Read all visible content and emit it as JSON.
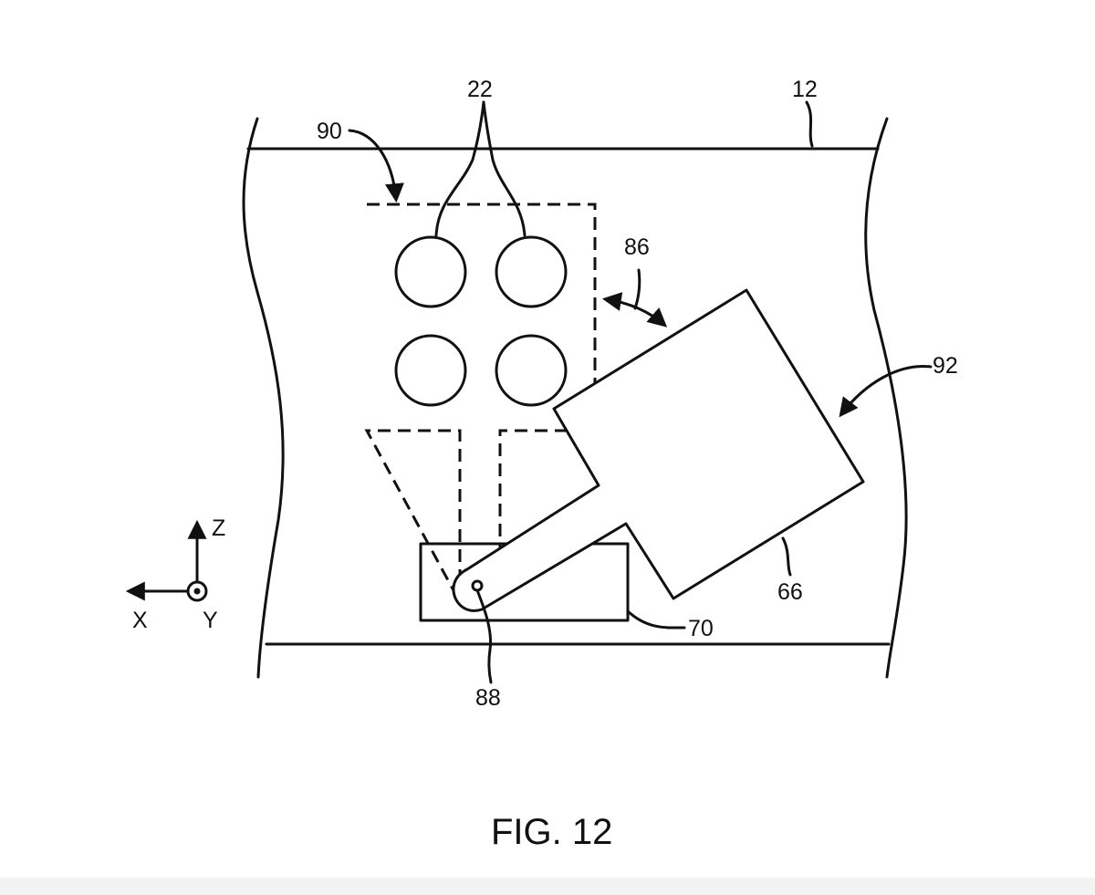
{
  "figure": {
    "caption": "FIG. 12",
    "labels": {
      "ref_12": "12",
      "ref_22": "22",
      "ref_90": "90",
      "ref_86": "86",
      "ref_92": "92",
      "ref_66": "66",
      "ref_70": "70",
      "ref_88": "88"
    },
    "axes": {
      "z": "Z",
      "x": "X",
      "y": "Y"
    }
  },
  "colors": {
    "stroke": "#111111",
    "background": "#ffffff"
  }
}
